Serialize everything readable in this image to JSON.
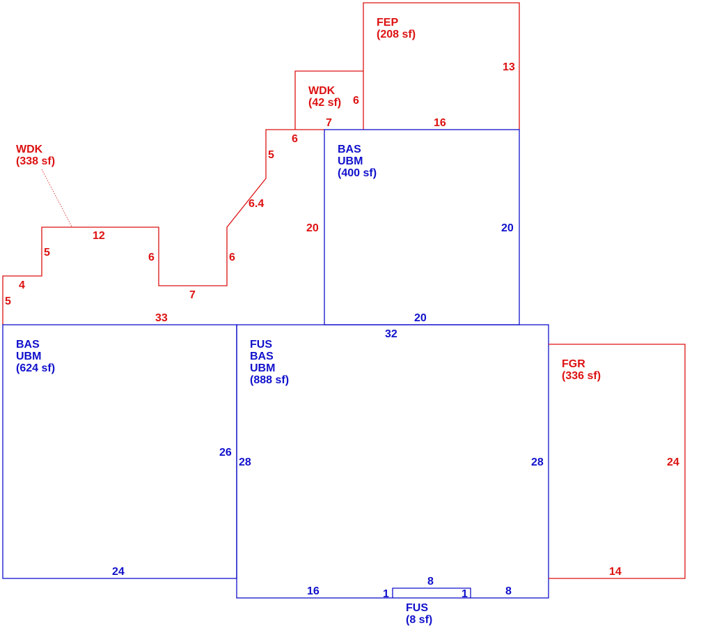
{
  "colors": {
    "exterior": "#dd1111",
    "living": "#1010cc",
    "background": "#ffffff"
  },
  "areas": [
    {
      "id": "fep",
      "category": "exterior",
      "lines": [
        "FEP",
        "(208 sf)"
      ]
    },
    {
      "id": "wdk-42",
      "category": "exterior",
      "lines": [
        "WDK",
        "(42 sf)"
      ]
    },
    {
      "id": "wdk-338",
      "category": "exterior",
      "lines": [
        "WDK",
        "(338 sf)"
      ]
    },
    {
      "id": "bas-400",
      "category": "living",
      "lines": [
        "BAS",
        "UBM",
        "(400 sf)"
      ]
    },
    {
      "id": "bas-624",
      "category": "living",
      "lines": [
        "BAS",
        "UBM",
        "(624 sf)"
      ]
    },
    {
      "id": "fus-888",
      "category": "living",
      "lines": [
        "FUS",
        "BAS",
        "UBM",
        "(888 sf)"
      ]
    },
    {
      "id": "fgr",
      "category": "exterior",
      "lines": [
        "FGR",
        "(336 sf)"
      ]
    },
    {
      "id": "fus-8",
      "category": "living",
      "lines": [
        "FUS",
        "(8 sf)"
      ]
    }
  ],
  "dimensions": {
    "fep_right": "13",
    "fep_bottom": "16",
    "wdk42_right": "6",
    "wdk42_bottom": "7",
    "wdk338_a": "6",
    "wdk338_b": "5",
    "wdk338_diag": "6.4",
    "wdk338_c": "20",
    "wdk338_d": "12",
    "wdk338_e": "5",
    "wdk338_f": "6",
    "wdk338_g": "6",
    "wdk338_h": "4",
    "wdk338_i": "7",
    "wdk338_j": "5",
    "wdk338_bottom": "33",
    "bas400_right": "20",
    "bas400_bottom": "20",
    "fus888_top": "32",
    "bas624_right": "26",
    "bas624_bottom": "24",
    "fus888_left": "28",
    "fus888_right": "28",
    "fus888_bottom_left": "16",
    "fus888_bottom_right": "8",
    "fus8_left": "1",
    "fus8_top": "8",
    "fus8_right": "1",
    "fgr_right": "24",
    "fgr_bottom": "14"
  }
}
